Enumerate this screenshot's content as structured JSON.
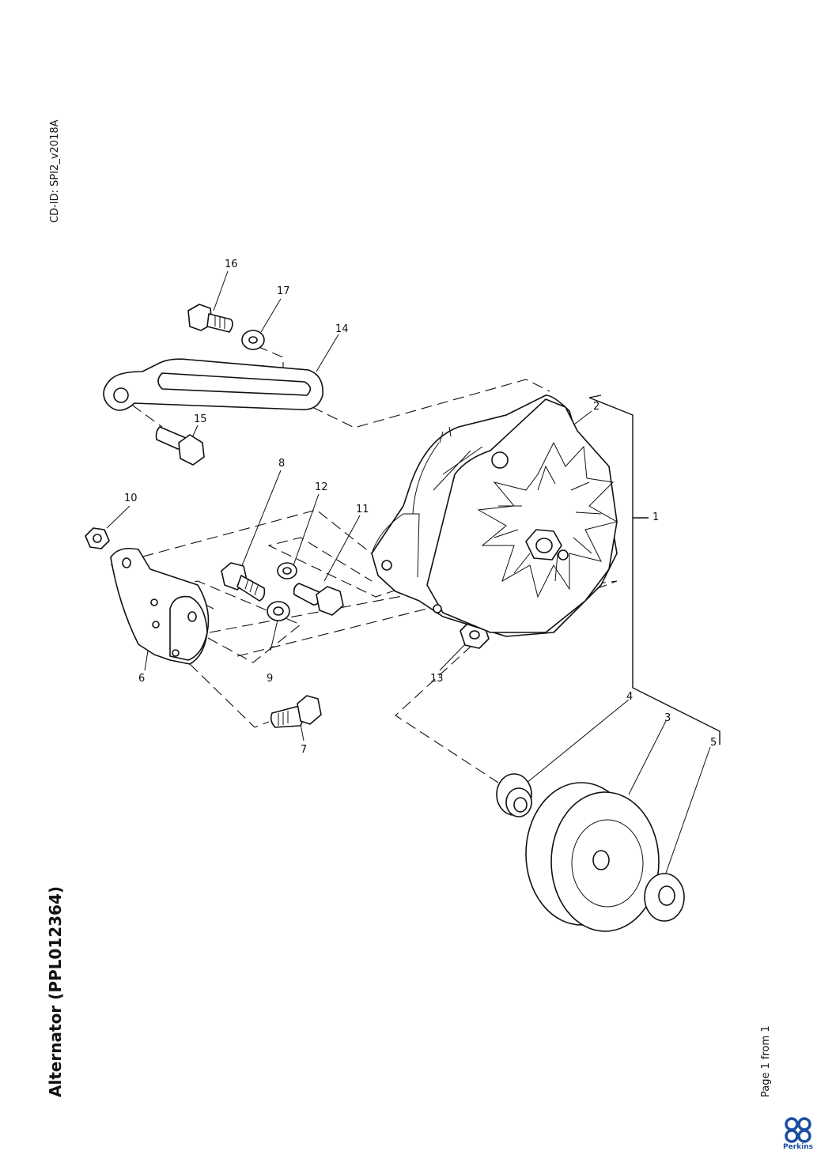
{
  "header": {
    "cd_id": "CD-ID: SPI2_v2018A"
  },
  "title": "Alternator (PPL012364)",
  "footer": {
    "page": "Page 1 from 1",
    "brand": "Perkins"
  },
  "callouts": [
    "1",
    "2",
    "3",
    "4",
    "5",
    "6",
    "7",
    "8",
    "9",
    "10",
    "11",
    "12",
    "13",
    "14",
    "15",
    "16",
    "17"
  ],
  "colors": {
    "brand": "#1a4fa0",
    "line": "#111111"
  }
}
